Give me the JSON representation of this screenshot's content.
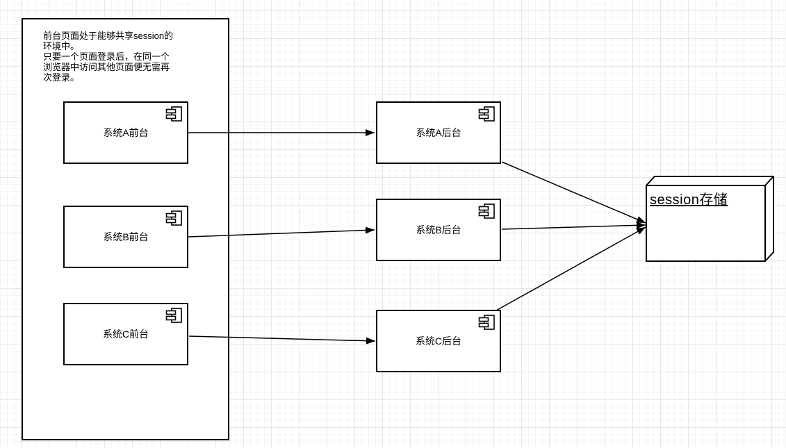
{
  "note": {
    "text": "前台页面处于能够共享session的\n环境中。\n只要一个页面登录后，在同一个\n浏览器中访问其他页面便无需再\n次登录。"
  },
  "components": {
    "front_a": "系统A前台",
    "front_b": "系统B前台",
    "front_c": "系统C前台",
    "back_a": "系统A后台",
    "back_b": "系统B后台",
    "back_c": "系统C后台"
  },
  "storage": {
    "label": "session存储"
  },
  "icons": {
    "component": "component-icon",
    "storage_node": "cube-3d-node"
  },
  "colors": {
    "shape_border": "#000000",
    "shape_fill": "#ffffff",
    "connector": "#000000",
    "grid_minor": "#f6f4f6",
    "grid_major": "#e6e6e6"
  }
}
